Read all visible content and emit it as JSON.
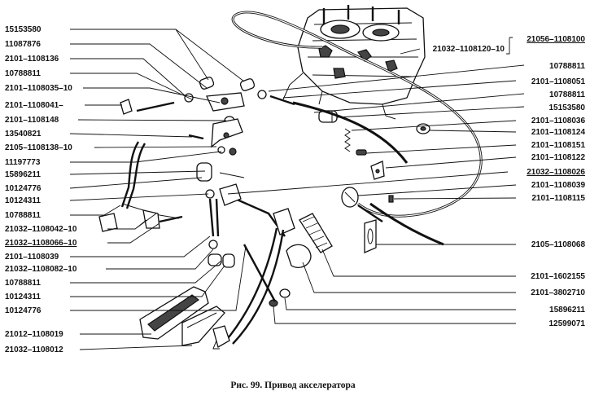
{
  "labels_left": [
    "15153580",
    "11087876",
    "2101–1108136",
    "10788811",
    "2101–1108035–10",
    "2101–1108041–",
    "2101–1108148",
    "13540821",
    "2105–1108138–10",
    "11197773",
    "15896211",
    "10124776",
    "10124311",
    "10788811",
    "21032–1108042–10",
    "21032–1108066–10",
    "2101–1108039",
    "21032–1108082–10",
    "10788811",
    "10124311",
    "10124776",
    "21012–1108019",
    "21032–1108012"
  ],
  "labels_right": [
    "21056–1108100",
    "21032–1108120–10",
    "10788811",
    "2101–1108051",
    "10788811",
    "15153580",
    "2101–1108036",
    "2101–1108124",
    "2101–1108151",
    "2101–1108122",
    "21032–1108026",
    "2101–1108039",
    "2101–1108115",
    "2105–1108068",
    "2101–1602155",
    "2101–3802710",
    "15896211",
    "12599071"
  ],
  "caption": "Рис. 99. Привод акселератора"
}
